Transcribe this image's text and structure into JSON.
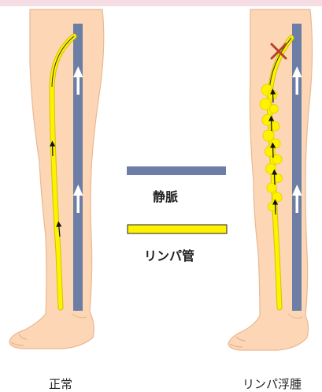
{
  "legend": {
    "vein_label": "静脈",
    "lymph_label": "リンパ管"
  },
  "captions": {
    "left": "正常",
    "right": "リンパ浮腫"
  },
  "colors": {
    "skin": "#fcd6b5",
    "skin_edge": "#e9b894",
    "vein": "#6c7ea6",
    "lymph": "#fff200",
    "lymph_edge": "#d1c400",
    "arrow_white": "#ffffff",
    "blockage_x": "#b5432a",
    "top_band": "#f6dde3"
  },
  "icons": [
    "up-arrow-icon",
    "blockage-x-icon"
  ]
}
